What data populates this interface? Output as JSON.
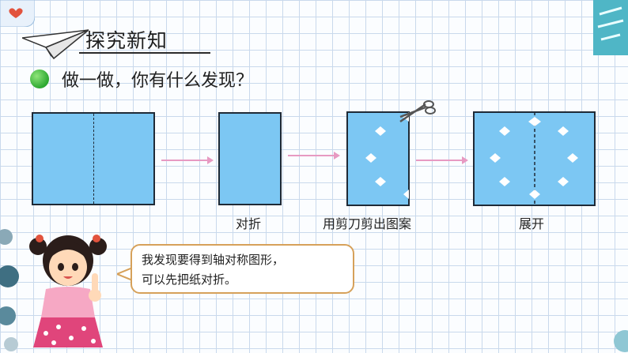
{
  "header": {
    "title": "探究新知"
  },
  "prompt": {
    "text": "做一做，你有什么发现？"
  },
  "steps": [
    {
      "label": ""
    },
    {
      "label": "对折"
    },
    {
      "label": "用剪刀剪出图案"
    },
    {
      "label": "展开"
    }
  ],
  "speech": {
    "line1": "我发现要得到轴对称图形，",
    "line2": "可以先把纸对折。"
  },
  "colors": {
    "paper": "#7cc7f3",
    "arrow": "#e79ac2",
    "bubble_border": "#d6a15a",
    "dot": "#2da830",
    "grid": "#c9d9ec"
  },
  "icons": [
    "heart-badge-icon",
    "paper-plane-icon",
    "scissors-icon",
    "arrow-right-icon"
  ]
}
